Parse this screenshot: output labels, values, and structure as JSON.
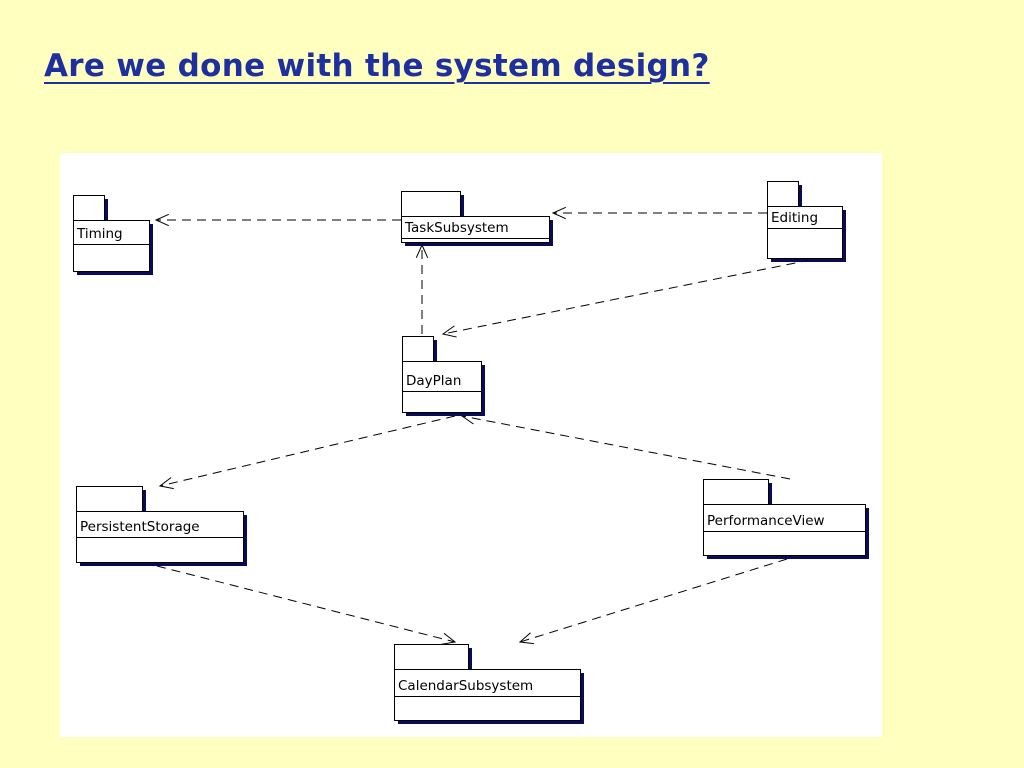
{
  "slide": {
    "title": "Are we done with the system design?"
  },
  "diagram": {
    "type": "uml-package-diagram",
    "packages": [
      {
        "id": "taskSubsystem",
        "label": "TaskSubsystem"
      },
      {
        "id": "timing",
        "label": "Timing"
      },
      {
        "id": "editing",
        "label": "Editing"
      },
      {
        "id": "dayPlan",
        "label": "DayPlan"
      },
      {
        "id": "persistentStorage",
        "label": "PersistentStorage"
      },
      {
        "id": "performanceView",
        "label": "PerformanceView"
      },
      {
        "id": "calendarSubsystem",
        "label": "CalendarSubsystem"
      }
    ],
    "dependencies": [
      {
        "from": "taskSubsystem",
        "to": "timing"
      },
      {
        "from": "editing",
        "to": "taskSubsystem"
      },
      {
        "from": "editing",
        "to": "dayPlan"
      },
      {
        "from": "dayPlan",
        "to": "taskSubsystem"
      },
      {
        "from": "dayPlan",
        "to": "persistentStorage"
      },
      {
        "from": "performanceView",
        "to": "dayPlan"
      },
      {
        "from": "persistentStorage",
        "to": "calendarSubsystem"
      },
      {
        "from": "performanceView",
        "to": "calendarSubsystem"
      }
    ]
  },
  "colors": {
    "background": "#FFFFC0",
    "title": "#1E2FA0",
    "panel": "#FFFFFF",
    "shadow": "#0A0A5A",
    "line": "#000000"
  }
}
